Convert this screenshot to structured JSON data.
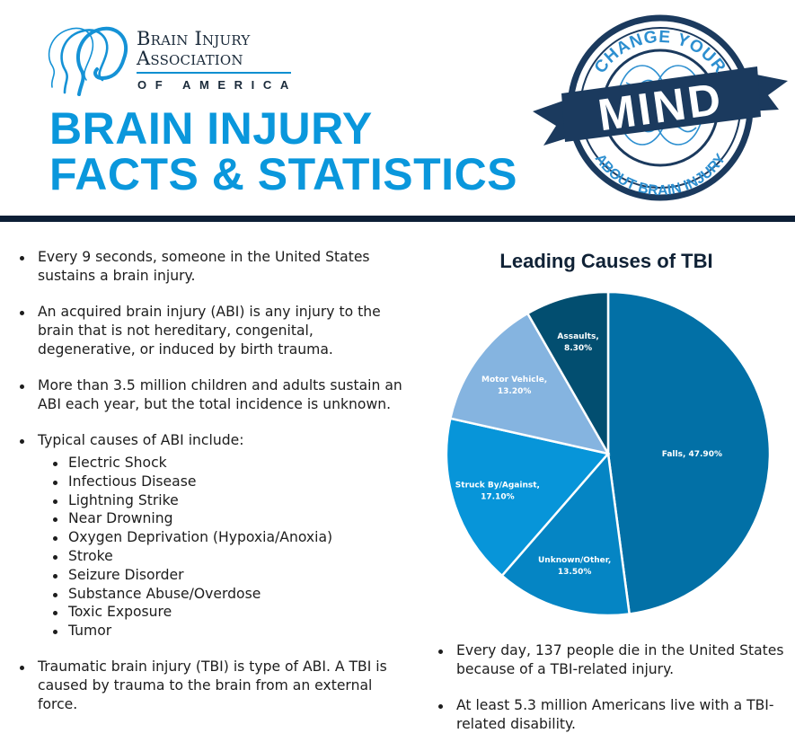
{
  "logo": {
    "line1": "Brain Injury",
    "line2": "Association",
    "line3": "OF AMERICA",
    "icon": "head-profiles-icon"
  },
  "title": {
    "line1": "BRAIN INJURY",
    "line2": "FACTS & STATISTICS"
  },
  "badge": {
    "top_text": "CHANGE YOUR",
    "ribbon_text": "MIND",
    "bottom_text": "ABOUT BRAIN INJURY",
    "icon": "brain-icon"
  },
  "colors": {
    "title_blue": "#0a97dc",
    "navy": "#0c1f36",
    "badge_navy": "#1b3a5e"
  },
  "facts_left": [
    "Every 9 seconds, someone in the United States sustains a brain injury.",
    "An acquired brain injury (ABI) is any injury to the brain that is not hereditary, congenital, degenerative, or induced by birth trauma.",
    "More than 3.5 million children and adults sustain an ABI each year, but the total incidence is unknown.",
    "Typical causes of ABI include:",
    "Traumatic brain injury (TBI) is type of ABI. A TBI is caused by trauma to the brain from an external force."
  ],
  "abi_causes": [
    "Electric Shock",
    "Infectious Disease",
    "Lightning Strike",
    "Near Drowning",
    "Oxygen Deprivation (Hypoxia/Anoxia)",
    "Stroke",
    "Seizure Disorder",
    "Substance Abuse/Overdose",
    "Toxic Exposure",
    "Tumor"
  ],
  "facts_right": [
    "Every day, 137 people die in the United States because of a TBI-related injury.",
    "At least 5.3 million Americans live with a TBI-related disability."
  ],
  "chart_data": {
    "type": "pie",
    "title": "Leading Causes of TBI",
    "categories": [
      "Falls",
      "Unknown/Other",
      "Struck By/Against",
      "Motor Vehicle",
      "Assaults"
    ],
    "values": [
      47.9,
      13.5,
      17.1,
      13.2,
      8.3
    ],
    "labels": [
      "47.90%",
      "13.50%",
      "17.10%",
      "13.20%",
      "8.30%"
    ],
    "colors": [
      "#0270a6",
      "#0585c4",
      "#0795d9",
      "#85b4e0",
      "#024e70"
    ],
    "start": "12 o'clock",
    "direction": "clockwise",
    "legend": "none (data labels inside slices)"
  }
}
